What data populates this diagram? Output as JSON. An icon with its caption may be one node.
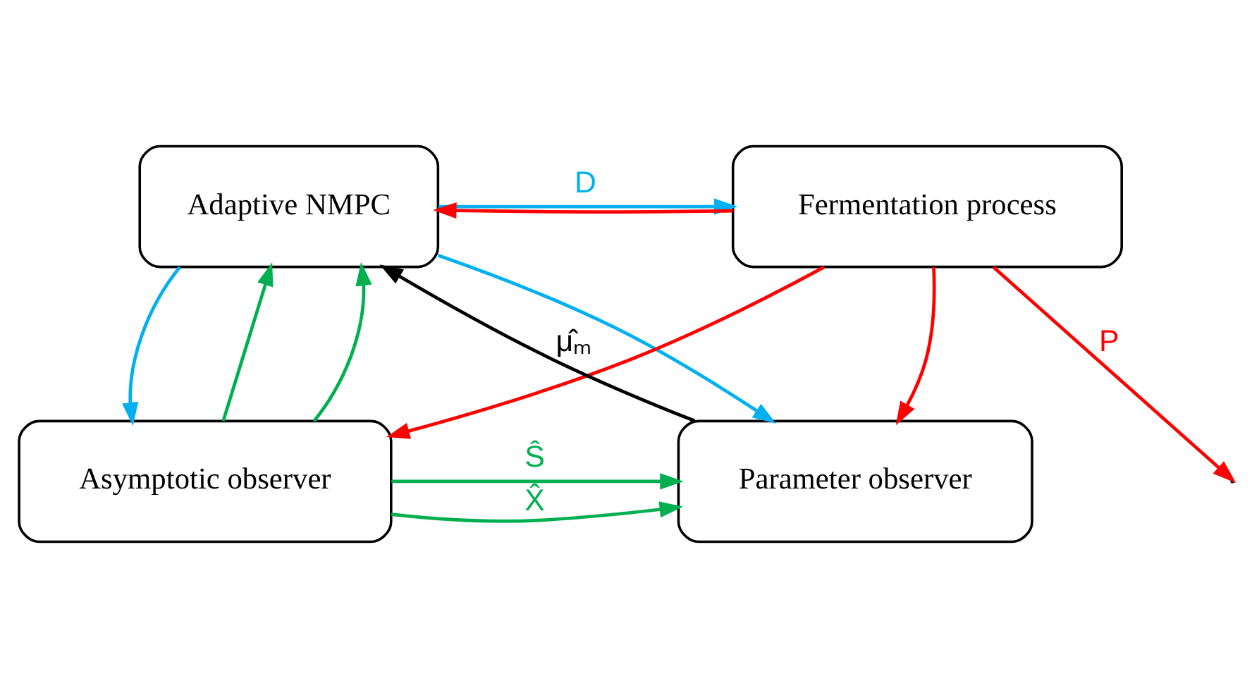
{
  "diagram": {
    "nodes": [
      {
        "text": [
          "Adaptive NMPC"
        ]
      },
      {
        "text": [
          "Fermentation process"
        ]
      },
      {
        "text": [
          "Parameter observer"
        ]
      },
      {
        "text": [
          "Asymptotic observer"
        ]
      }
    ],
    "edges": [
      {
        "from": 0,
        "to": 1,
        "arrow": "to",
        "label": "D",
        "color": "#00b0f0"
      },
      {
        "from": 1,
        "to": null,
        "arrow": "to",
        "label": "P",
        "color": "#ff0000"
      },
      {
        "from": 1,
        "to": 0,
        "arrow": "to",
        "color": "#ff0000"
      },
      {
        "from": 0,
        "to": 3,
        "arrow": "to",
        "color": "#00b0f0"
      },
      {
        "from": 1,
        "to": 3,
        "arrow": "to",
        "color": "#ff0000"
      },
      {
        "from": 3,
        "to": 2,
        "arrow": "to",
        "label": "Ŝ",
        "color": "#00b050"
      },
      {
        "from": 3,
        "to": 0,
        "arrow": "to",
        "color": "#00b050"
      },
      {
        "from": 3,
        "to": 2,
        "arrow": "to",
        "label": "X̂",
        "color": "#00b050"
      },
      {
        "from": 3,
        "to": 0,
        "arrow": "to",
        "color": "#00b050"
      },
      {
        "from": 0,
        "to": 2,
        "arrow": "to",
        "color": "#00b0f0"
      },
      {
        "from": 1,
        "to": 2,
        "arrow": "to",
        "color": "#ff0000"
      },
      {
        "from": 2,
        "to": 0,
        "arrow": "to",
        "label": "μ̂ₘ",
        "color": "#000000"
      }
    ]
  }
}
